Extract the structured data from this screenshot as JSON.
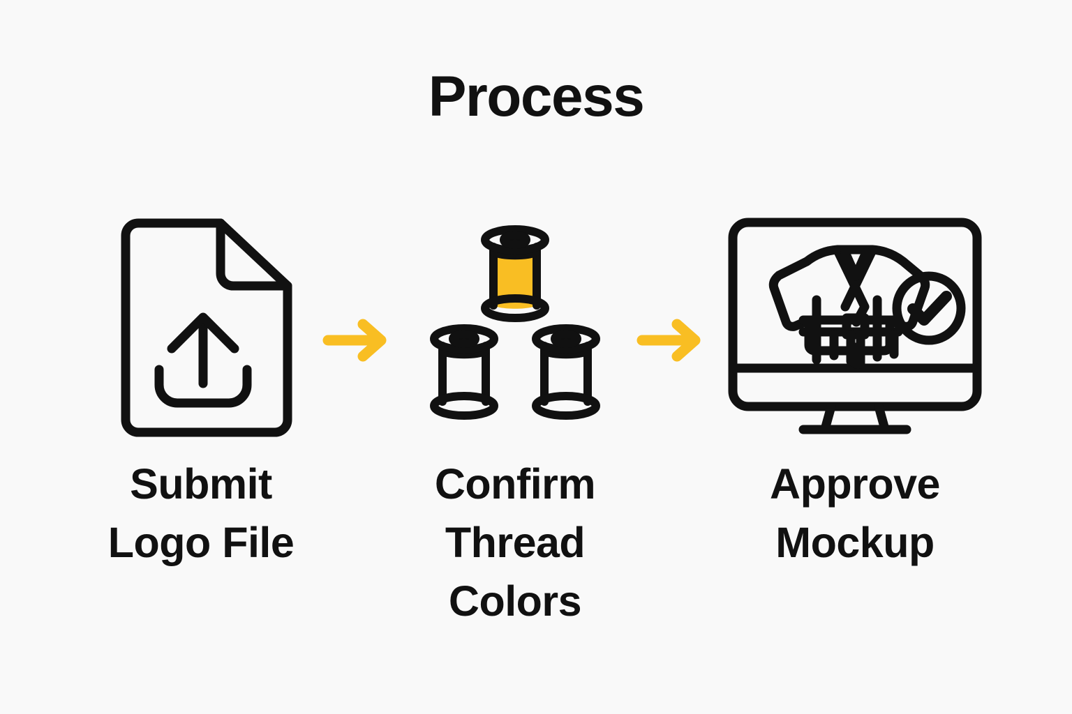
{
  "page": {
    "title": "Process",
    "background_color": "#f9f9f9",
    "ink_color": "#111111",
    "accent_color": "#f9be23"
  },
  "steps": [
    {
      "index": 1,
      "icon": "upload-file-icon",
      "label": "Submit\nLogo File"
    },
    {
      "index": 2,
      "icon": "thread-spools-icon",
      "label": "Confirm\nThread\nColors"
    },
    {
      "index": 3,
      "icon": "monitor-gi-approved-icon",
      "label": "Approve\nMockup"
    }
  ],
  "connectors": [
    {
      "index": 1,
      "icon": "arrow-right-icon",
      "color": "#f9be23"
    },
    {
      "index": 2,
      "icon": "arrow-right-icon",
      "color": "#f9be23"
    }
  ]
}
